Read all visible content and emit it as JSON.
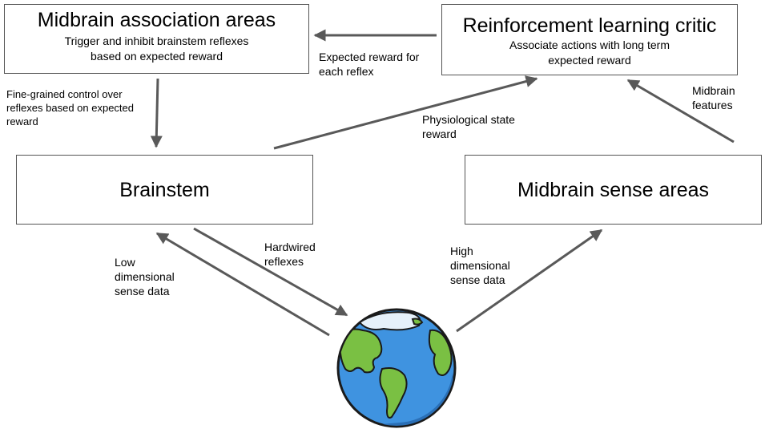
{
  "nodes": {
    "assoc": {
      "title": "Midbrain association areas",
      "subtitle": "Trigger and inhibit brainstem reflexes\nbased on expected reward"
    },
    "critic": {
      "title": "Reinforcement learning critic",
      "subtitle": "Associate actions with long term\nexpected reward"
    },
    "brainstem": {
      "title": "Brainstem"
    },
    "sense": {
      "title": "Midbrain sense areas"
    }
  },
  "edges": {
    "expected_reward": "Expected reward for\neach reflex",
    "fine_control": "Fine-grained control over\nreflexes based on expected\nreward",
    "physio": "Physiological state\nreward",
    "midbrain_features": "Midbrain\nfeatures",
    "hardwired": "Hardwired\nreflexes",
    "low_dim": "Low\ndimensional\nsense data",
    "high_dim": "High\ndimensional\nsense data"
  },
  "colors": {
    "arrow": "#595959",
    "ocean": "#3f93e0",
    "land": "#7ac043",
    "ice": "#e6f1fa"
  },
  "icons": {
    "world": "earth-globe-icon"
  }
}
